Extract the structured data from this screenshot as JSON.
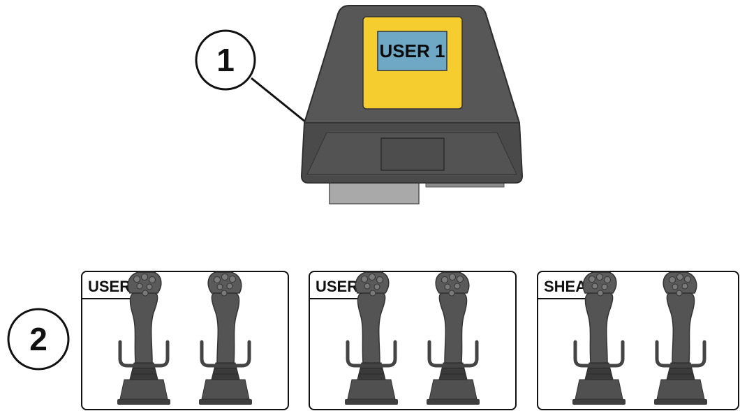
{
  "callouts": {
    "one": "1",
    "two": "2"
  },
  "display": {
    "screen_label": "USER 1"
  },
  "modes": [
    {
      "label": "USER 1"
    },
    {
      "label": "USER 2"
    },
    {
      "label": "SHEAR"
    }
  ],
  "colors": {
    "housing": "#555555",
    "housing_dark": "#3e3e3e",
    "bezel": "#f5cd2e",
    "screen": "#6fa8c4",
    "connector": "#a9a9a9",
    "joystick": "#4a4a4a"
  },
  "icons": [
    "display-unit-icon",
    "joystick-icon"
  ]
}
